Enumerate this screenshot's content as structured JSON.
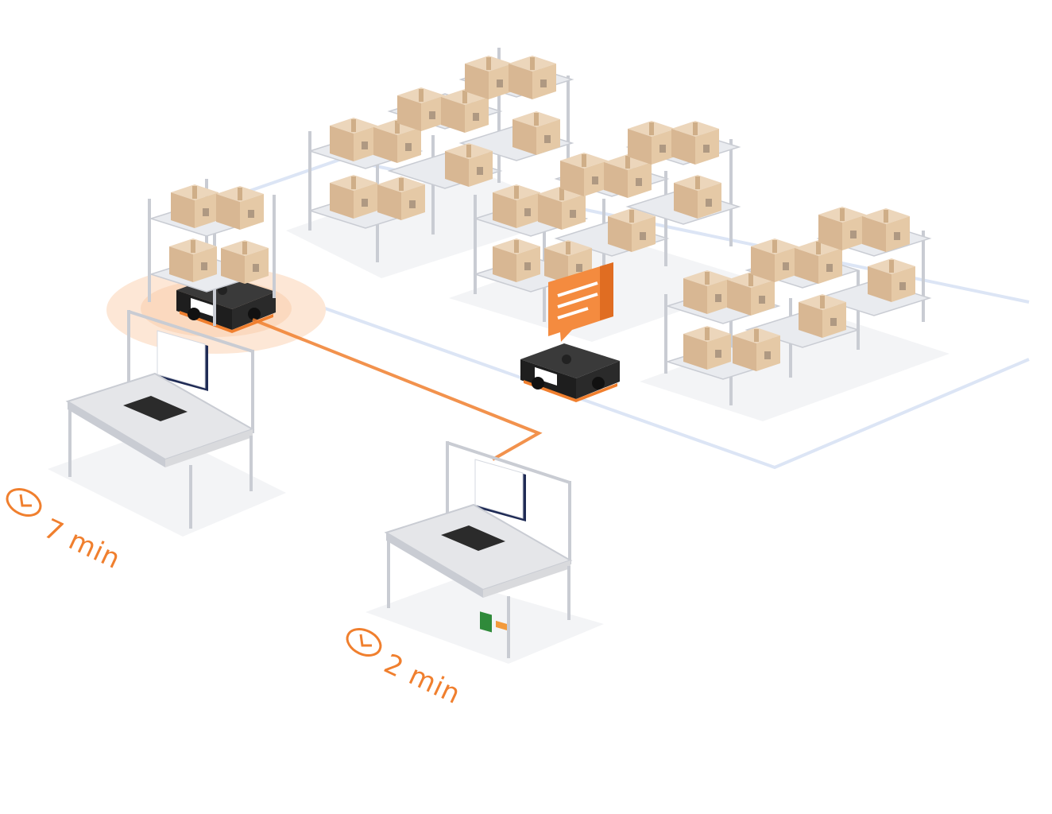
{
  "colors": {
    "accent": "#f07f2e",
    "accent_light": "#fbd9bf",
    "robot_dark": "#2a2a2a",
    "box": "#dcbf9c",
    "shelf": "#c9ccd3",
    "floor_line": "#dce5f5",
    "desk_top": "#d9dadd"
  },
  "stations": [
    {
      "id": "station-1",
      "time_label": "7 min",
      "icon": "clock-icon"
    },
    {
      "id": "station-2",
      "time_label": "2 min",
      "icon": "clock-icon"
    }
  ],
  "icons": {
    "robot": "agv-robot-icon",
    "message": "message-bubble-icon",
    "monitor": "monitor-icon",
    "keyboard": "keyboard-icon"
  }
}
